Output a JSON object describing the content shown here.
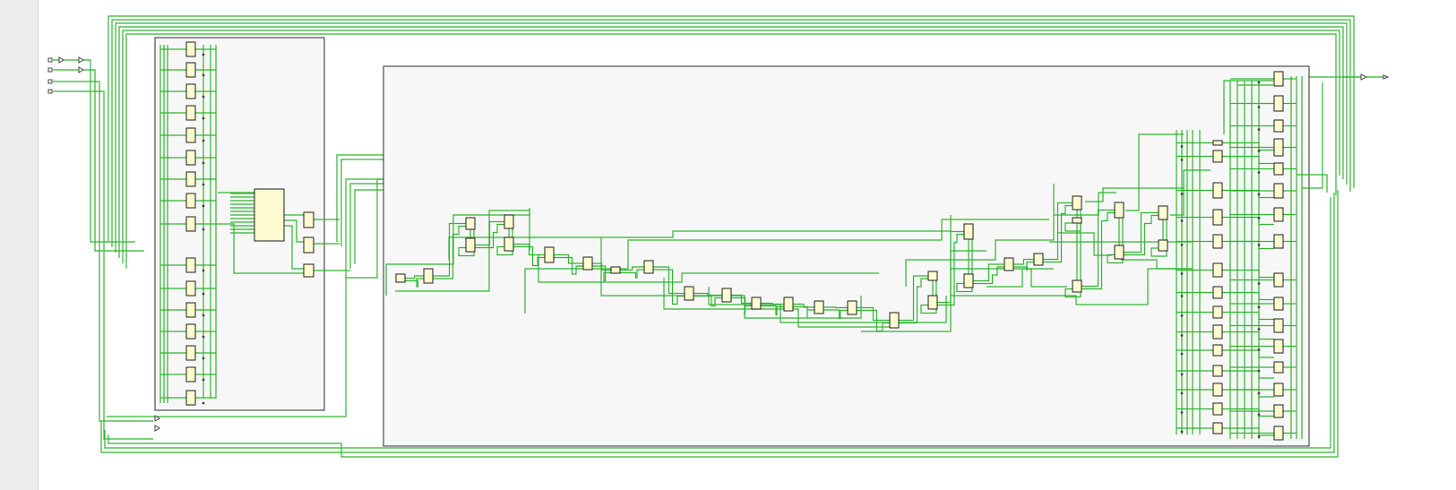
{
  "view": {
    "type": "rtl-schematic",
    "colors": {
      "background": "#ffffff",
      "outer_gutter": "#ededed",
      "wire": "#2fb52f",
      "module_fill": "#f7f7f7",
      "module_border": "#2b2b2b",
      "cell_fill": "#fffbd0",
      "cell_border": "#1e1e1e",
      "port": "#444444"
    }
  },
  "schematic": {
    "input_port_count": 4,
    "output_port_count": 1,
    "module_count": 2,
    "icons": [
      "input-port-icon",
      "output-port-icon",
      "buffer-icon",
      "cell-icon",
      "module-block-icon"
    ]
  }
}
